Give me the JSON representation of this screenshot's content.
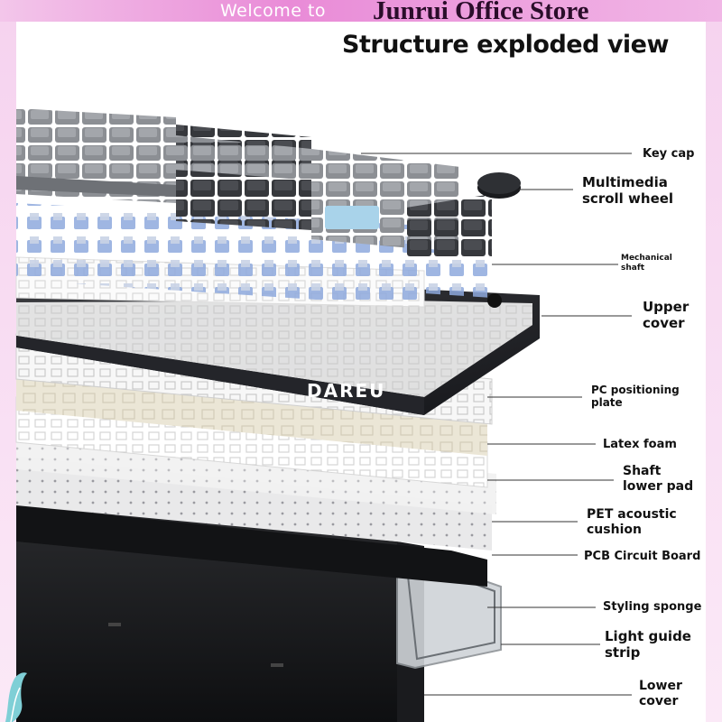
{
  "banner": {
    "welcome_text": "Welcome to",
    "store_text": "Junrui Office Store"
  },
  "title": "Structure exploded view",
  "brand_logo": "DAREU",
  "labels": [
    {
      "id": "key-cap",
      "lines": [
        "Key cap"
      ]
    },
    {
      "id": "multimedia-scroll-wheel",
      "lines": [
        "Multimedia",
        "scroll wheel"
      ]
    },
    {
      "id": "mechanical-shaft",
      "lines": [
        "Mechanical",
        "shaft"
      ]
    },
    {
      "id": "upper-cover",
      "lines": [
        "Upper",
        "cover"
      ]
    },
    {
      "id": "pc-positioning-plate",
      "lines": [
        "PC positioning",
        "plate"
      ]
    },
    {
      "id": "latex-foam",
      "lines": [
        "Latex foam"
      ]
    },
    {
      "id": "shaft-lower-pad",
      "lines": [
        "Shaft",
        "lower pad"
      ]
    },
    {
      "id": "pet-acoustic-cushion",
      "lines": [
        "PET acoustic",
        "cushion"
      ]
    },
    {
      "id": "pcb-circuit-board",
      "lines": [
        "PCB Circuit Board"
      ]
    },
    {
      "id": "styling-sponge",
      "lines": [
        "Styling sponge"
      ]
    },
    {
      "id": "light-guide-strip",
      "lines": [
        "Light guide",
        "strip"
      ]
    },
    {
      "id": "lower-cover",
      "lines": [
        "Lower",
        "cover"
      ]
    }
  ],
  "colors": {
    "banner_pink": "#e98bd7",
    "keycap_grey": "#8a8d92",
    "keycap_dark": "#3a3c40",
    "keycap_blue": "#a9d3ea",
    "switch_blue": "#8aa7dc",
    "frame_black": "#1f2023",
    "plate_white": "#f4f4f4",
    "foam_cream": "#ece8dc"
  }
}
